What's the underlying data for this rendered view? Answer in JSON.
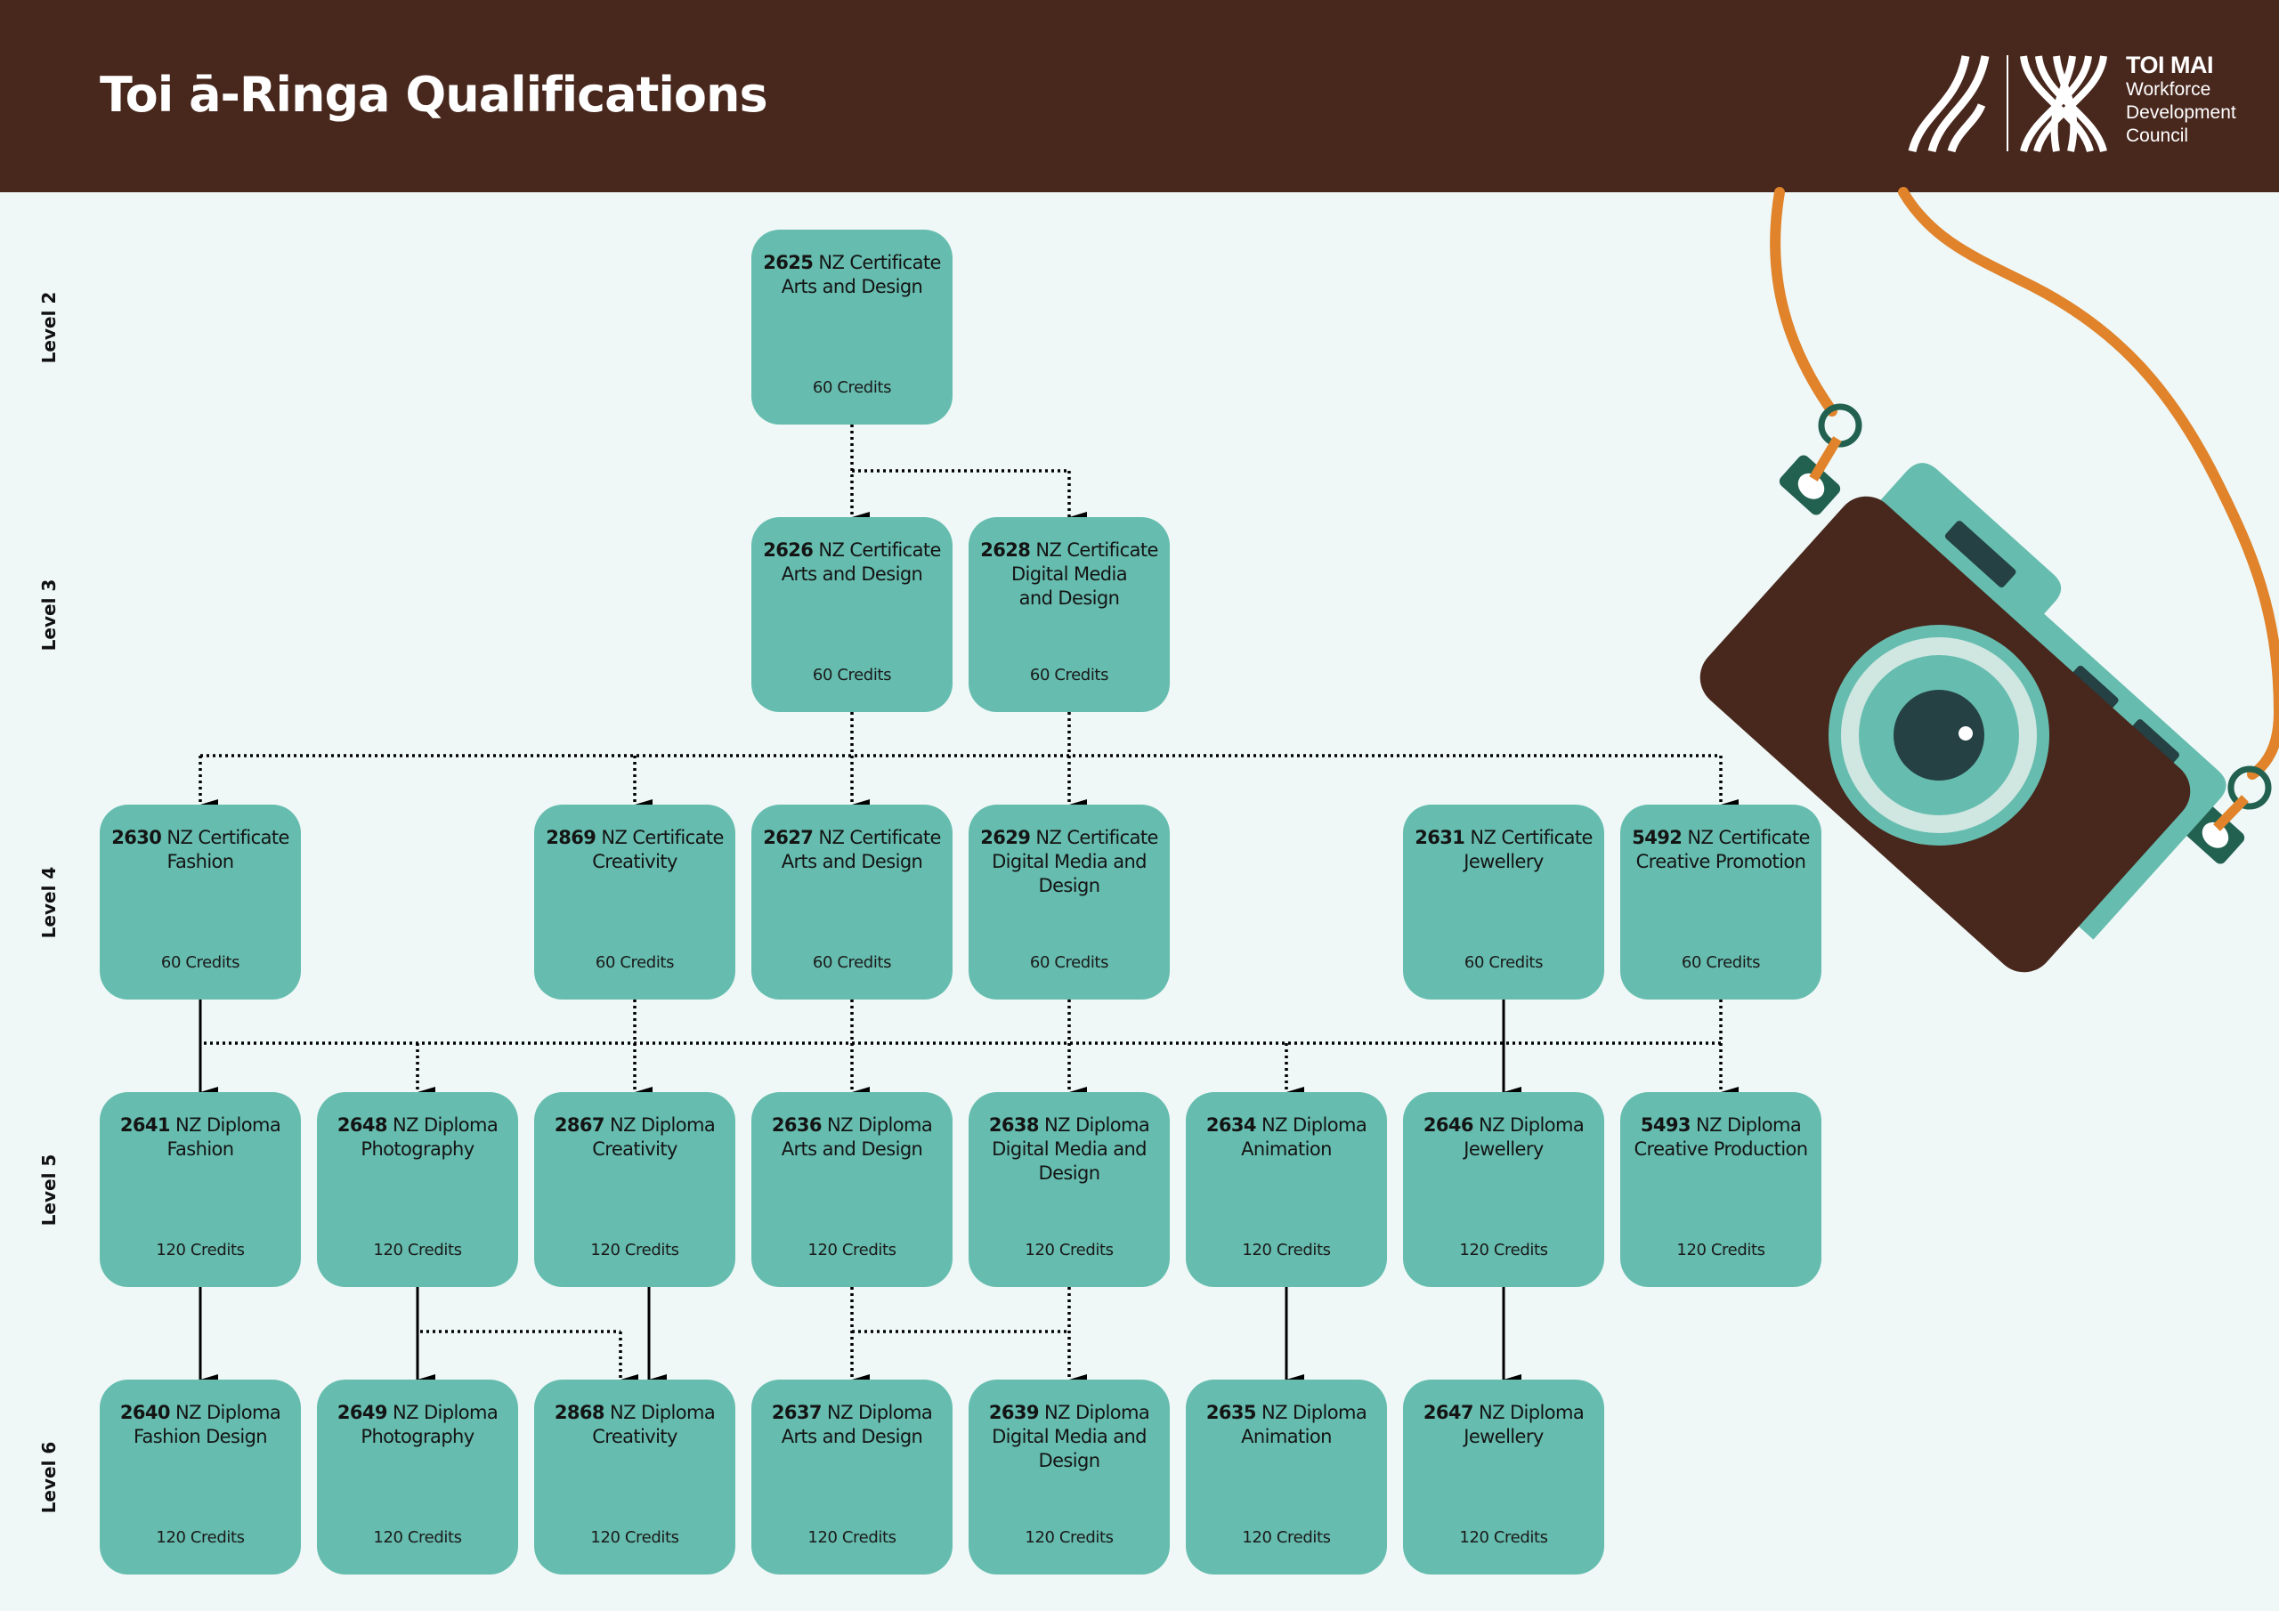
{
  "header": {
    "title": "Toi ā-Ringa Qualifications",
    "logo": {
      "brand": "TOI MAI",
      "subtitle_lines": [
        "Workforce",
        "Development",
        "Council"
      ]
    }
  },
  "colors": {
    "header_bg": "#48271d",
    "page_bg": "#eff8f7",
    "box_fill": "#66bdaf",
    "connector": "#000000",
    "camera_body": "#48271d",
    "camera_top": "#66bdaf",
    "camera_dark": "#254143",
    "camera_light_ring": "#cfe6e1",
    "strap": "#e0832b",
    "lug": "#22614f"
  },
  "levels": [
    {
      "label": "Level 2"
    },
    {
      "label": "Level 3"
    },
    {
      "label": "Level 4"
    },
    {
      "label": "Level 5"
    },
    {
      "label": "Level 6"
    }
  ],
  "qualifications": [
    {
      "id": "2625",
      "code": "2625",
      "type": "NZ Certificate",
      "lines": [
        "Arts and Design"
      ],
      "credits": "60 Credits",
      "level": 0,
      "col": 3
    },
    {
      "id": "2626",
      "code": "2626",
      "type": "NZ Certificate",
      "lines": [
        "Arts and Design"
      ],
      "credits": "60 Credits",
      "level": 1,
      "col": 3
    },
    {
      "id": "2628",
      "code": "2628",
      "type": "NZ Certificate",
      "lines": [
        "Digital Media",
        "and Design"
      ],
      "credits": "60 Credits",
      "level": 1,
      "col": 4
    },
    {
      "id": "2630",
      "code": "2630",
      "type": "NZ Certificate",
      "lines": [
        "Fashion"
      ],
      "credits": "60 Credits",
      "level": 2,
      "col": 0
    },
    {
      "id": "2869",
      "code": "2869",
      "type": "NZ Certificate",
      "lines": [
        "Creativity"
      ],
      "credits": "60 Credits",
      "level": 2,
      "col": 2
    },
    {
      "id": "2627",
      "code": "2627",
      "type": "NZ Certificate",
      "lines": [
        "Arts and Design"
      ],
      "credits": "60 Credits",
      "level": 2,
      "col": 3
    },
    {
      "id": "2629",
      "code": "2629",
      "type": "NZ Certificate",
      "lines": [
        "Digital Media and",
        "Design"
      ],
      "credits": "60 Credits",
      "level": 2,
      "col": 4
    },
    {
      "id": "2631",
      "code": "2631",
      "type": "NZ Certificate",
      "lines": [
        "Jewellery"
      ],
      "credits": "60 Credits",
      "level": 2,
      "col": 6
    },
    {
      "id": "5492",
      "code": "5492",
      "type": "NZ Certificate",
      "lines": [
        "Creative Promotion"
      ],
      "credits": "60 Credits",
      "level": 2,
      "col": 7
    },
    {
      "id": "2641",
      "code": "2641",
      "type": "NZ Diploma",
      "lines": [
        "Fashion"
      ],
      "credits": "120 Credits",
      "level": 3,
      "col": 0
    },
    {
      "id": "2648",
      "code": "2648",
      "type": "NZ Diploma",
      "lines": [
        "Photography"
      ],
      "credits": "120 Credits",
      "level": 3,
      "col": 1
    },
    {
      "id": "2867",
      "code": "2867",
      "type": "NZ Diploma",
      "lines": [
        "Creativity"
      ],
      "credits": "120 Credits",
      "level": 3,
      "col": 2
    },
    {
      "id": "2636",
      "code": "2636",
      "type": "NZ Diploma",
      "lines": [
        "Arts and Design"
      ],
      "credits": "120 Credits",
      "level": 3,
      "col": 3
    },
    {
      "id": "2638",
      "code": "2638",
      "type": "NZ Diploma",
      "lines": [
        "Digital Media and",
        "Design"
      ],
      "credits": "120 Credits",
      "level": 3,
      "col": 4
    },
    {
      "id": "2634",
      "code": "2634",
      "type": "NZ Diploma",
      "lines": [
        "Animation"
      ],
      "credits": "120 Credits",
      "level": 3,
      "col": 5
    },
    {
      "id": "2646",
      "code": "2646",
      "type": "NZ Diploma",
      "lines": [
        "Jewellery"
      ],
      "credits": "120 Credits",
      "level": 3,
      "col": 6
    },
    {
      "id": "5493",
      "code": "5493",
      "type": "NZ Diploma",
      "lines": [
        "Creative Production"
      ],
      "credits": "120 Credits",
      "level": 3,
      "col": 7
    },
    {
      "id": "2640",
      "code": "2640",
      "type": "NZ Diploma",
      "lines": [
        "Fashion Design"
      ],
      "credits": "120 Credits",
      "level": 4,
      "col": 0
    },
    {
      "id": "2649",
      "code": "2649",
      "type": "NZ Diploma",
      "lines": [
        "Photography"
      ],
      "credits": "120 Credits",
      "level": 4,
      "col": 1
    },
    {
      "id": "2868",
      "code": "2868",
      "type": "NZ Diploma",
      "lines": [
        "Creativity"
      ],
      "credits": "120 Credits",
      "level": 4,
      "col": 2
    },
    {
      "id": "2637",
      "code": "2637",
      "type": "NZ Diploma",
      "lines": [
        "Arts and Design"
      ],
      "credits": "120 Credits",
      "level": 4,
      "col": 3
    },
    {
      "id": "2639",
      "code": "2639",
      "type": "NZ Diploma",
      "lines": [
        "Digital Media and",
        "Design"
      ],
      "credits": "120 Credits",
      "level": 4,
      "col": 4
    },
    {
      "id": "2635",
      "code": "2635",
      "type": "NZ Diploma",
      "lines": [
        "Animation"
      ],
      "credits": "120 Credits",
      "level": 4,
      "col": 5
    },
    {
      "id": "2647",
      "code": "2647",
      "type": "NZ Diploma",
      "lines": [
        "Jewellery"
      ],
      "credits": "120 Credits",
      "level": 4,
      "col": 6
    }
  ],
  "pathways": [
    {
      "from": "2625",
      "to": "2626",
      "style": "optional"
    },
    {
      "from": "2625",
      "to": "2628",
      "style": "optional"
    },
    {
      "from": "2626",
      "to": "2630",
      "style": "optional"
    },
    {
      "from": "2626",
      "to": "2869",
      "style": "optional"
    },
    {
      "from": "2626",
      "to": "2627",
      "style": "optional"
    },
    {
      "from": "2628",
      "to": "2629",
      "style": "optional"
    },
    {
      "from": "2628",
      "to": "5492",
      "style": "optional"
    },
    {
      "from": "2630",
      "to": "2641",
      "style": "direct"
    },
    {
      "from": "2631",
      "to": "2646",
      "style": "direct"
    },
    {
      "from": "2869",
      "to": "2867",
      "style": "optional"
    },
    {
      "from": "2627",
      "to": "2636",
      "style": "optional"
    },
    {
      "from": "2629",
      "to": "2638",
      "style": "optional"
    },
    {
      "from": "5492",
      "to": "5493",
      "style": "optional"
    },
    {
      "from": "level4",
      "to": "2648",
      "style": "optional"
    },
    {
      "from": "level4",
      "to": "2634",
      "style": "optional"
    },
    {
      "from": "2641",
      "to": "2640",
      "style": "direct"
    },
    {
      "from": "2648",
      "to": "2649",
      "style": "direct"
    },
    {
      "from": "2648",
      "to": "2868",
      "style": "optional"
    },
    {
      "from": "2867",
      "to": "2868",
      "style": "direct"
    },
    {
      "from": "2636",
      "to": "2637",
      "style": "optional"
    },
    {
      "from": "2638",
      "to": "2639",
      "style": "optional"
    },
    {
      "from": "2634",
      "to": "2635",
      "style": "direct"
    },
    {
      "from": "2646",
      "to": "2647",
      "style": "direct"
    }
  ],
  "illustration": {
    "name": "camera-illustration"
  }
}
